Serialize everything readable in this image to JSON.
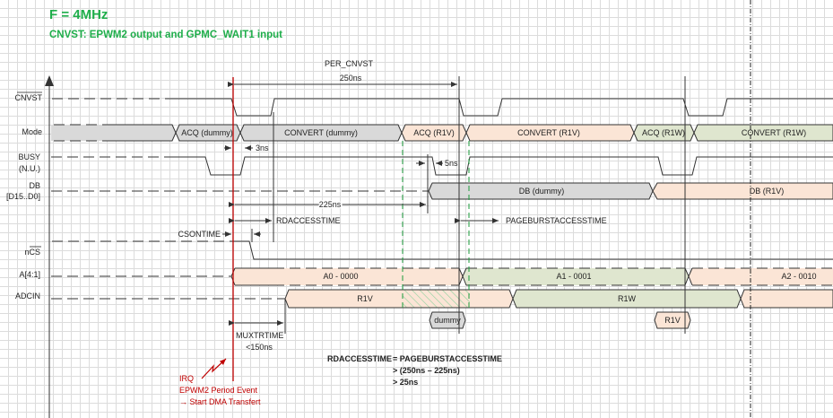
{
  "title": "F = 4MHz",
  "subtitle": "CNVST: EPWM2 output and GPMC_WAIT1 input",
  "colors": {
    "title": "#1fae4b",
    "irq": "#c00000",
    "gray_fill": "#d9d9d9",
    "peach_fill": "#fbe5d6",
    "green_fill": "#dfe6cf",
    "green_dash": "#1a9a3a",
    "line": "#333333"
  },
  "signals": [
    {
      "id": "cnvst",
      "label": "CNVST",
      "overline": true
    },
    {
      "id": "mode",
      "label": "Mode"
    },
    {
      "id": "busy",
      "label": "BUSY",
      "label2": "(N.U.)"
    },
    {
      "id": "db",
      "label": "DB",
      "label2": "[D15..D0]"
    },
    {
      "id": "ncs",
      "label": "nCS",
      "overline": true
    },
    {
      "id": "addr",
      "label": "A[4:1]"
    },
    {
      "id": "adcin",
      "label": "ADCIN"
    }
  ],
  "mode_segments": [
    "ACQ (dummy)",
    "CONVERT (dummy)",
    "ACQ (R1V)",
    "CONVERT (R1V)",
    "ACQ (R1W)",
    "CONVERT (R1W)"
  ],
  "db_segments": [
    "DB (dummy)",
    "DB (R1V)"
  ],
  "addr_segments": [
    "A0 - 0000",
    "A1 - 0001",
    "A2 - 0010"
  ],
  "adcin_segments": [
    "R1V",
    "R1W"
  ],
  "adcin_samples": [
    "dummy",
    "R1V"
  ],
  "annotations": {
    "per_cnvst": "PER_CNVST",
    "per_value": "250ns",
    "t3ns": "3ns",
    "t5ns": "5ns",
    "t225": "225ns",
    "rdaccess": "RDACCESSTIME",
    "pageburst": "PAGEBURSTACCESSTIME",
    "csontime": "CSONTIME",
    "muxtr": "MUXTRTIME",
    "muxtr_val": "<150ns"
  },
  "irq": {
    "line1": "IRQ",
    "line2": "EPWM2 Period Event",
    "line3": "→ Start DMA Transfert"
  },
  "formula": {
    "lhs": "RDACCESSTIME",
    "line1": "= PAGEBURSTACCESSTIME",
    "line2": "> (250ns – 225ns)",
    "line3": "> 25ns"
  }
}
